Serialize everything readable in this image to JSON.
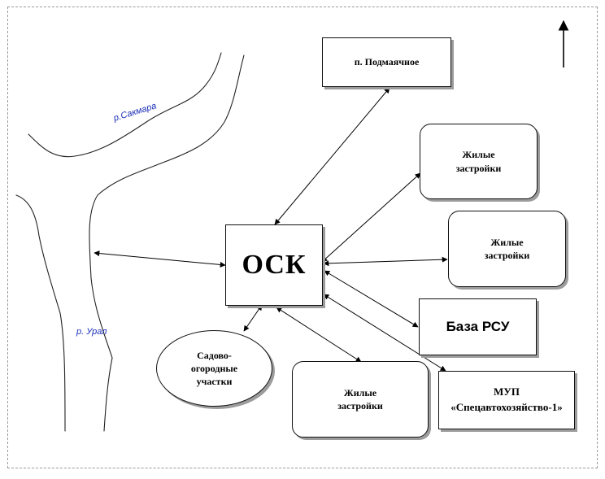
{
  "nodes": {
    "osk": "ОСК",
    "podmayachnoe": "п. Подмаячное",
    "housing_top": "Жилые застройки",
    "housing_mid": "Жилые застройки",
    "housing_bottom": "Жилые застройки",
    "baza_rsu": "База РСУ",
    "mup": "МУП «Спецавтохозяйство-1»",
    "sadovo": "Садово-огородные участки"
  },
  "rivers": {
    "sakmara": "р.Сакмара",
    "ural": "р. Урал"
  },
  "colors": {
    "river_label": "#1c2fb8",
    "shadow": "#9c9c9c"
  },
  "icons": {
    "north_arrow": "arrow-up-icon"
  }
}
